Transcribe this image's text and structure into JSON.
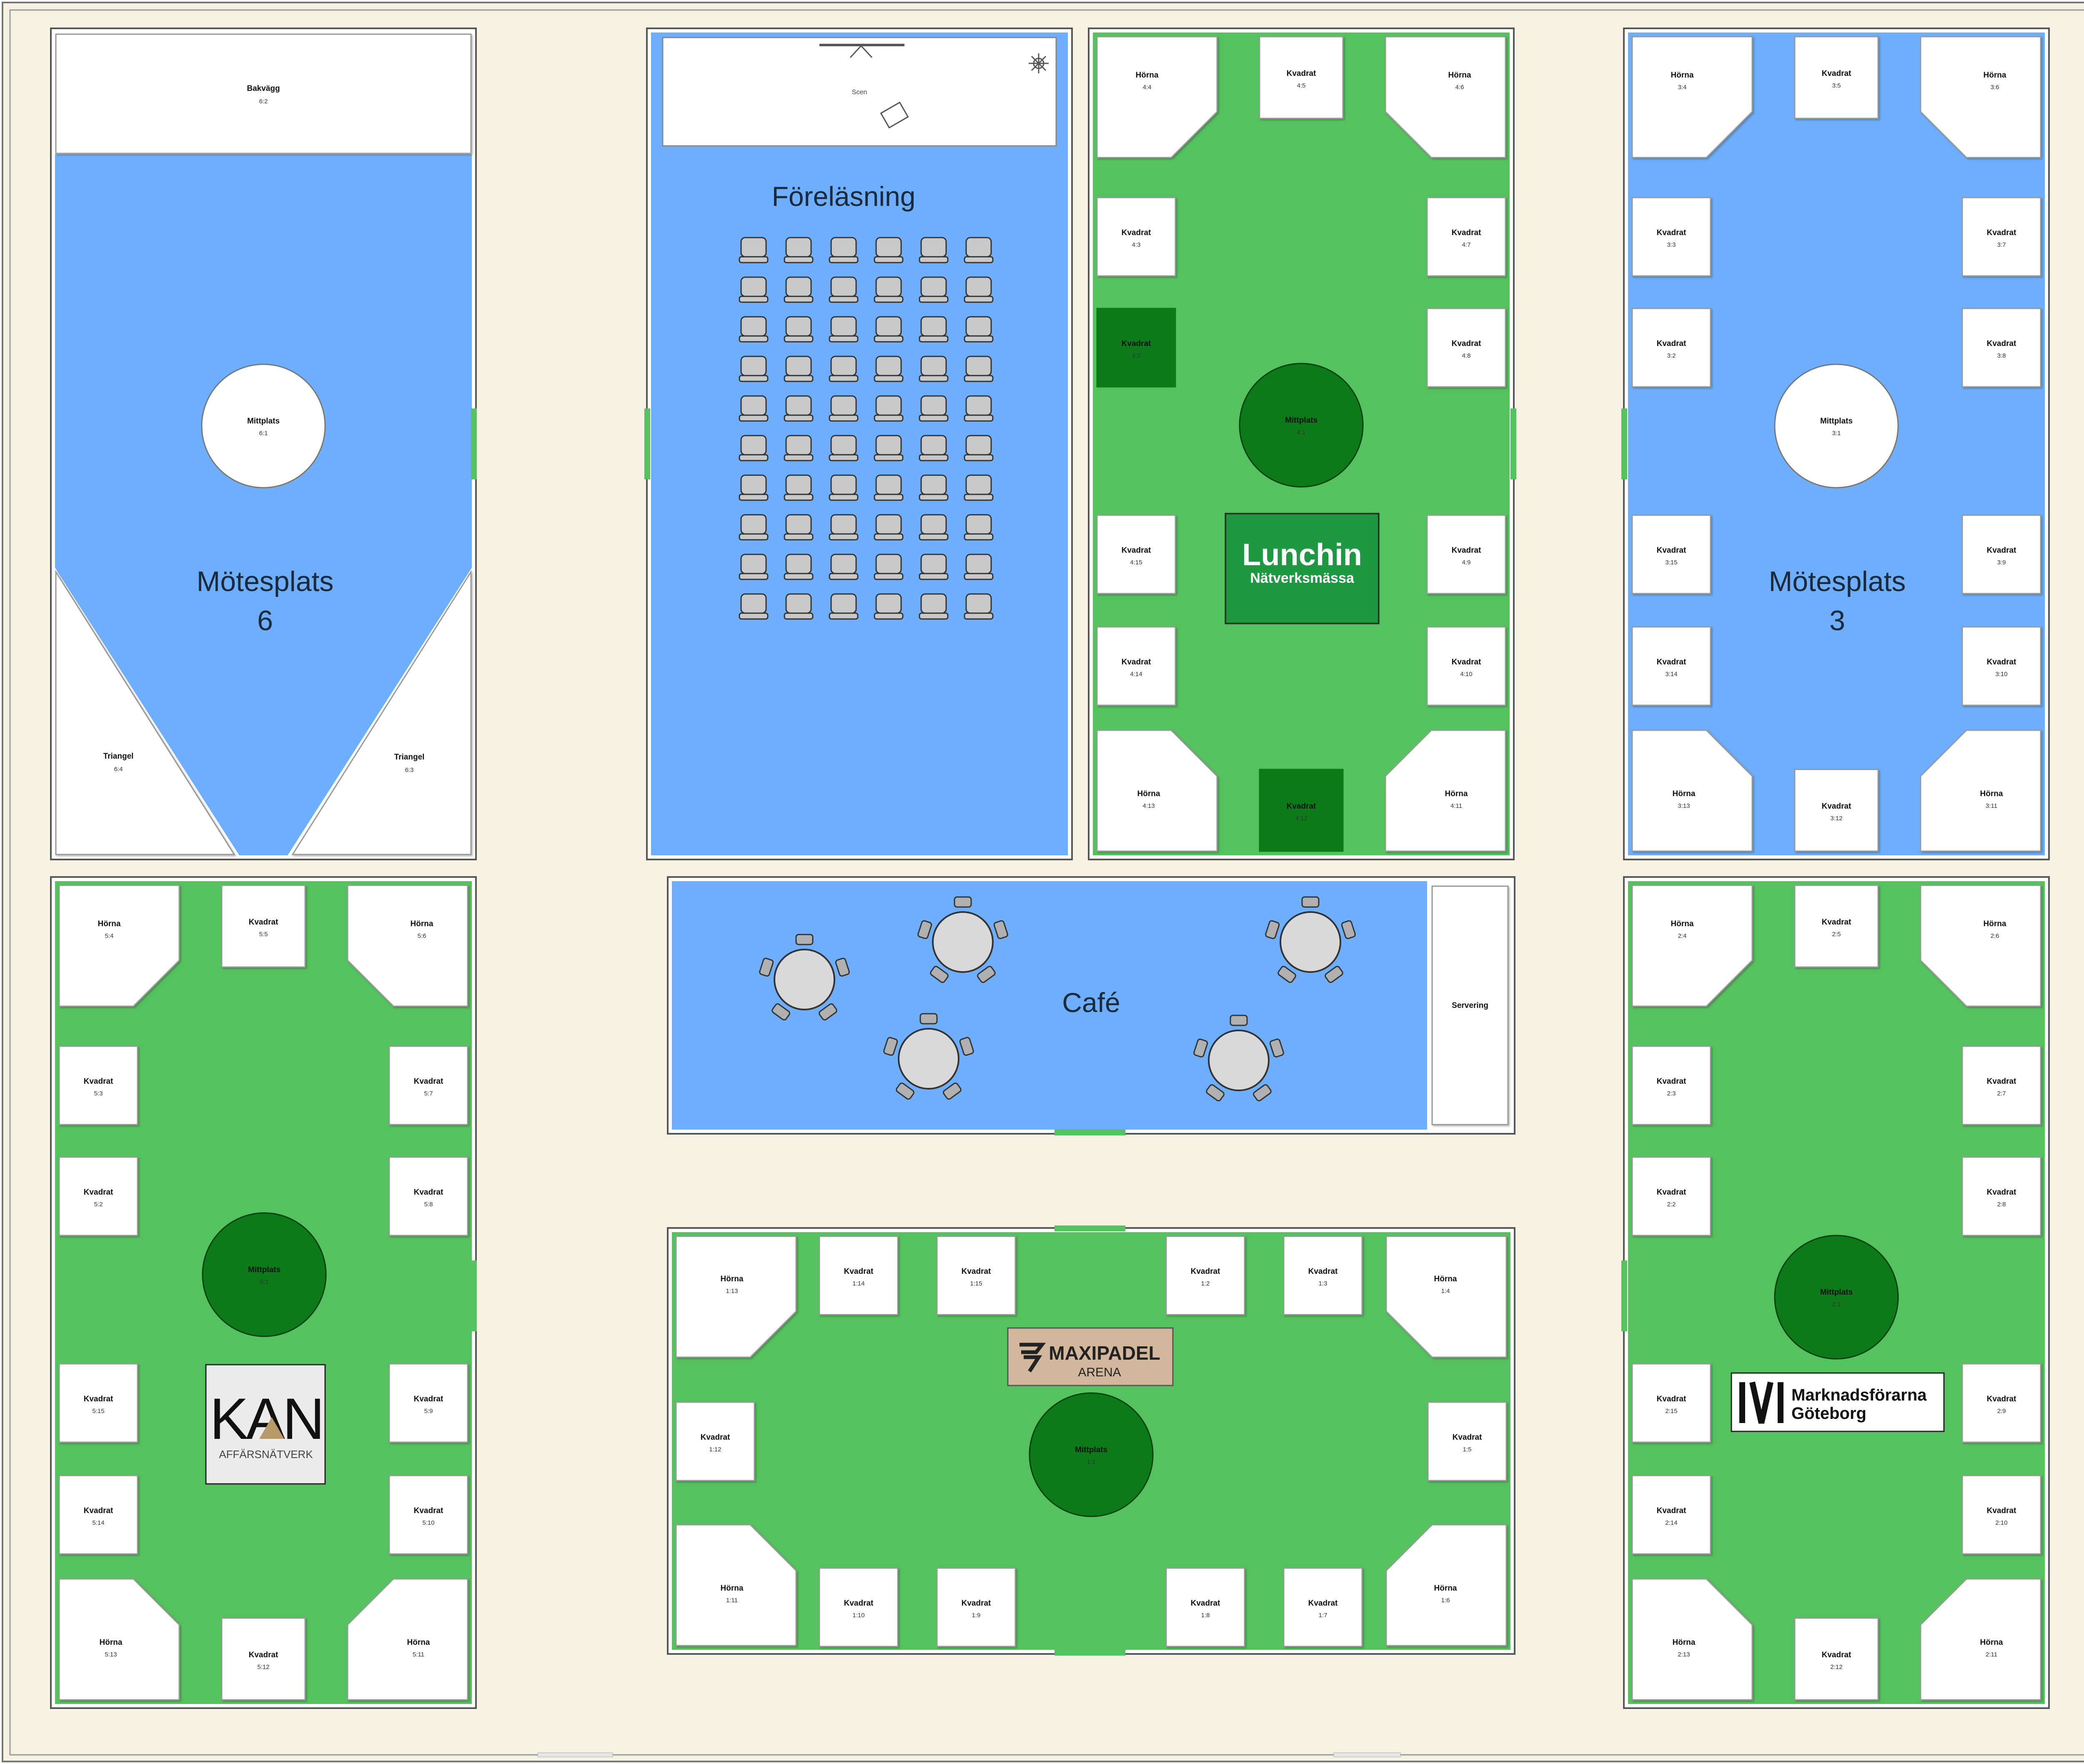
{
  "colors": {
    "floor": "#f5f2e4",
    "green_area": "#55c35d",
    "blue_area": "#6daffc",
    "dark_green": "#0b7a19",
    "booth_fill": "#ffffff",
    "booth_border": "#888888",
    "chair": "#c9c9c9"
  },
  "icons": {
    "stage_speaker": "microphone-icon",
    "stage_light": "light-sun-icon",
    "cafe_table": "round-table-icon",
    "lecture_seat": "chair-icon"
  },
  "zones": {
    "moteplats6": {
      "title_line1": "Mötesplats",
      "title_line2": "6",
      "back_wall": {
        "name": "Bakvägg",
        "num": "6:2"
      },
      "center": {
        "name": "Mittplats",
        "num": "6:1"
      },
      "triangle_left": {
        "name": "Triangel",
        "num": "6:4"
      },
      "triangle_right": {
        "name": "Triangel",
        "num": "6:3"
      }
    },
    "forelasning": {
      "title": "Föreläsning",
      "stage_label": "Scen"
    },
    "hall4": {
      "center": {
        "name": "Mittplats",
        "num": "4:1"
      },
      "booths": [
        {
          "name": "Hörna",
          "num": "4:4"
        },
        {
          "name": "Kvadrat",
          "num": "4:5"
        },
        {
          "name": "Hörna",
          "num": "4:6"
        },
        {
          "name": "Kvadrat",
          "num": "4:3"
        },
        {
          "name": "Kvadrat",
          "num": "4:7"
        },
        {
          "name": "Kvadrat",
          "num": "4:2"
        },
        {
          "name": "Kvadrat",
          "num": "4:8"
        },
        {
          "name": "Kvadrat",
          "num": "4:15"
        },
        {
          "name": "Kvadrat",
          "num": "4:9"
        },
        {
          "name": "Kvadrat",
          "num": "4:14"
        },
        {
          "name": "Kvadrat",
          "num": "4:10"
        },
        {
          "name": "Hörna",
          "num": "4:13"
        },
        {
          "name": "Kvadrat",
          "num": "4:12"
        },
        {
          "name": "Hörna",
          "num": "4:11"
        }
      ],
      "logo": {
        "title": "Lunchin",
        "subtitle": "Nätverksmässa"
      }
    },
    "moteplats3": {
      "title_line1": "Mötesplats",
      "title_line2": "3",
      "center": {
        "name": "Mittplats",
        "num": "3:1"
      },
      "booths": [
        {
          "name": "Hörna",
          "num": "3:4"
        },
        {
          "name": "Kvadrat",
          "num": "3:5"
        },
        {
          "name": "Hörna",
          "num": "3:6"
        },
        {
          "name": "Kvadrat",
          "num": "3:3"
        },
        {
          "name": "Kvadrat",
          "num": "3:7"
        },
        {
          "name": "Kvadrat",
          "num": "3:2"
        },
        {
          "name": "Kvadrat",
          "num": "3:8"
        },
        {
          "name": "Kvadrat",
          "num": "3:15"
        },
        {
          "name": "Kvadrat",
          "num": "3:9"
        },
        {
          "name": "Kvadrat",
          "num": "3:14"
        },
        {
          "name": "Kvadrat",
          "num": "3:10"
        },
        {
          "name": "Hörna",
          "num": "3:13"
        },
        {
          "name": "Kvadrat",
          "num": "3:12"
        },
        {
          "name": "Hörna",
          "num": "3:11"
        }
      ]
    },
    "hall5": {
      "center": {
        "name": "Mittplats",
        "num": "5:1"
      },
      "booths": [
        {
          "name": "Hörna",
          "num": "5:4"
        },
        {
          "name": "Kvadrat",
          "num": "5:5"
        },
        {
          "name": "Hörna",
          "num": "5:6"
        },
        {
          "name": "Kvadrat",
          "num": "5:3"
        },
        {
          "name": "Kvadrat",
          "num": "5:7"
        },
        {
          "name": "Kvadrat",
          "num": "5:2"
        },
        {
          "name": "Kvadrat",
          "num": "5:8"
        },
        {
          "name": "Kvadrat",
          "num": "5:15"
        },
        {
          "name": "Kvadrat",
          "num": "5:9"
        },
        {
          "name": "Kvadrat",
          "num": "5:14"
        },
        {
          "name": "Kvadrat",
          "num": "5:10"
        },
        {
          "name": "Hörna",
          "num": "5:13"
        },
        {
          "name": "Kvadrat",
          "num": "5:12"
        },
        {
          "name": "Hörna",
          "num": "5:11"
        }
      ],
      "logo": {
        "mark": "KAN",
        "subtitle": "AFFÄRSNÄTVERK"
      }
    },
    "cafe": {
      "title": "Café",
      "serving": "Servering"
    },
    "hall1": {
      "center": {
        "name": "Mittplats",
        "num": "1:1"
      },
      "booths": [
        {
          "name": "Hörna",
          "num": "1:13"
        },
        {
          "name": "Kvadrat",
          "num": "1:14"
        },
        {
          "name": "Kvadrat",
          "num": "1:15"
        },
        {
          "name": "Kvadrat",
          "num": "1:2"
        },
        {
          "name": "Kvadrat",
          "num": "1:3"
        },
        {
          "name": "Hörna",
          "num": "1:4"
        },
        {
          "name": "Kvadrat",
          "num": "1:12"
        },
        {
          "name": "Kvadrat",
          "num": "1:5"
        },
        {
          "name": "Hörna",
          "num": "1:11"
        },
        {
          "name": "Kvadrat",
          "num": "1:10"
        },
        {
          "name": "Kvadrat",
          "num": "1:9"
        },
        {
          "name": "Kvadrat",
          "num": "1:8"
        },
        {
          "name": "Kvadrat",
          "num": "1:7"
        },
        {
          "name": "Hörna",
          "num": "1:6"
        }
      ],
      "logo": {
        "title": "MAXIPADEL",
        "subtitle": "ARENA"
      }
    },
    "hall2": {
      "center": {
        "name": "Mittplats",
        "num": "2:1"
      },
      "booths": [
        {
          "name": "Hörna",
          "num": "2:4"
        },
        {
          "name": "Kvadrat",
          "num": "2:5"
        },
        {
          "name": "Hörna",
          "num": "2:6"
        },
        {
          "name": "Kvadrat",
          "num": "2:3"
        },
        {
          "name": "Kvadrat",
          "num": "2:7"
        },
        {
          "name": "Kvadrat",
          "num": "2:2"
        },
        {
          "name": "Kvadrat",
          "num": "2:8"
        },
        {
          "name": "Kvadrat",
          "num": "2:15"
        },
        {
          "name": "Kvadrat",
          "num": "2:9"
        },
        {
          "name": "Kvadrat",
          "num": "2:14"
        },
        {
          "name": "Kvadrat",
          "num": "2:10"
        },
        {
          "name": "Hörna",
          "num": "2:13"
        },
        {
          "name": "Kvadrat",
          "num": "2:12"
        },
        {
          "name": "Hörna",
          "num": "2:11"
        }
      ],
      "logo": {
        "line1": "Marknadsförarna",
        "line2": "Göteborg"
      }
    }
  }
}
